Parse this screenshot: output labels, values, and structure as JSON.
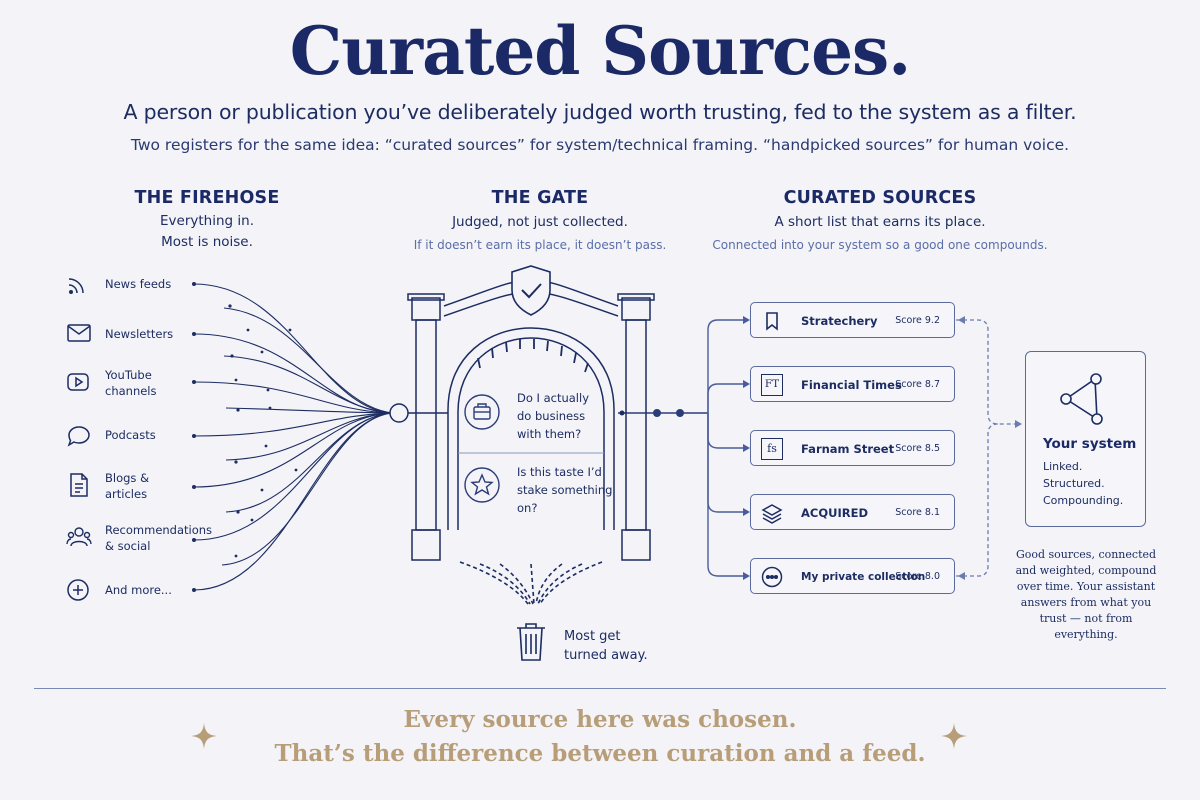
{
  "header": {
    "title": "Curated Sources.",
    "subtitle": "A person or publication you’ve deliberately judged worth trusting, fed to the system as a filter.",
    "note": "Two registers for the same idea: “curated sources” for system/technical framing. “handpicked sources” for human voice."
  },
  "firehose": {
    "heading": "THE FIREHOSE",
    "line1": "Everything in.",
    "line2": "Most is noise.",
    "sources": [
      {
        "icon": "rss-icon",
        "line1": "News feeds",
        "line2": ""
      },
      {
        "icon": "mail-icon",
        "line1": "Newsletters",
        "line2": ""
      },
      {
        "icon": "play-icon",
        "line1": "YouTube",
        "line2": "channels"
      },
      {
        "icon": "speech-bubble-icon",
        "line1": "Podcasts",
        "line2": ""
      },
      {
        "icon": "document-icon",
        "line1": "Blogs &",
        "line2": "articles"
      },
      {
        "icon": "people-icon",
        "line1": "Recommendations",
        "line2": "& social"
      },
      {
        "icon": "plus-icon",
        "line1": "And more...",
        "line2": ""
      }
    ]
  },
  "gate": {
    "heading": "THE GATE",
    "line1": "Judged, not just collected.",
    "note": "If it doesn’t earn its place, it doesn’t pass.",
    "q1": [
      "Do I actually",
      "do business",
      "with them?"
    ],
    "q2": [
      "Is this taste I’d",
      "stake something",
      "on?"
    ],
    "rejected1": "Most get",
    "rejected2": "turned away."
  },
  "curated": {
    "heading": "CURATED SOURCES",
    "line1": "A short list that earns its place.",
    "note": "Connected into your system so a good one compounds.",
    "cards": [
      {
        "icon": "bookmark-icon",
        "icon_text": "",
        "name": "Stratechery",
        "score": "Score 9.2"
      },
      {
        "icon": "ft-logo-icon",
        "icon_text": "FT",
        "name": "Financial Times",
        "score": "Score 8.7"
      },
      {
        "icon": "fs-logo-icon",
        "icon_text": "fs",
        "name": "Farnam Street",
        "score": "Score 8.5"
      },
      {
        "icon": "layers-icon",
        "icon_text": "",
        "name": "ACQUIRED",
        "score": "Score 8.1"
      },
      {
        "icon": "more-dots-icon",
        "icon_text": "",
        "name": "My private collection",
        "score": "Score 8.0"
      }
    ]
  },
  "system": {
    "title": "Your system",
    "lines": [
      "Linked.",
      "Structured.",
      "Compounding."
    ],
    "note": [
      "Good sources, connected",
      "and weighted, compound",
      "over time. Your assistant",
      "answers from what you",
      "trust — not from",
      "everything."
    ]
  },
  "footer": {
    "line1": "Every source here was chosen.",
    "line2": "That’s the difference between curation and a feed."
  },
  "colors": {
    "navy": "#1b2a66",
    "muted_blue": "#5a6ea8",
    "gold": "#b89e78",
    "background": "#f3f3f8"
  }
}
